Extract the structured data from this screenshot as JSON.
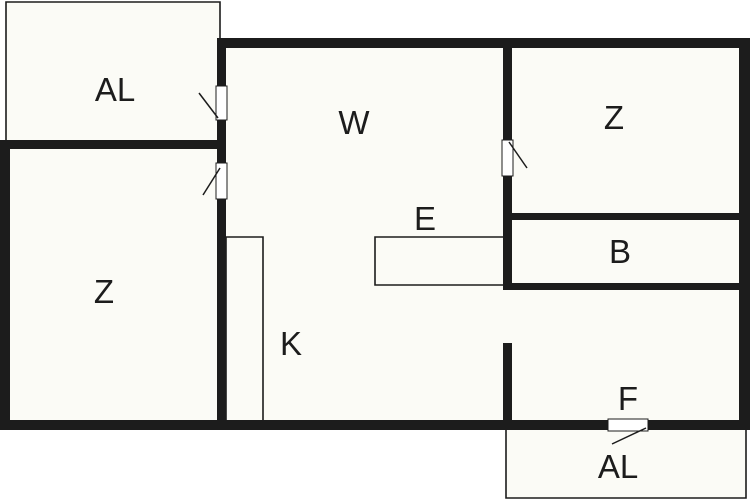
{
  "rooms": {
    "balcony_top": "AL",
    "living": "W",
    "bedroom_right": "Z",
    "bedroom_left": "Z",
    "hall": "E",
    "bath": "B",
    "kitchen": "K",
    "corridor": "F",
    "balcony_bottom": "AL"
  },
  "colors": {
    "wall": "#1c1c1c",
    "floor": "#fbfbf6",
    "background": "#ffffff"
  }
}
